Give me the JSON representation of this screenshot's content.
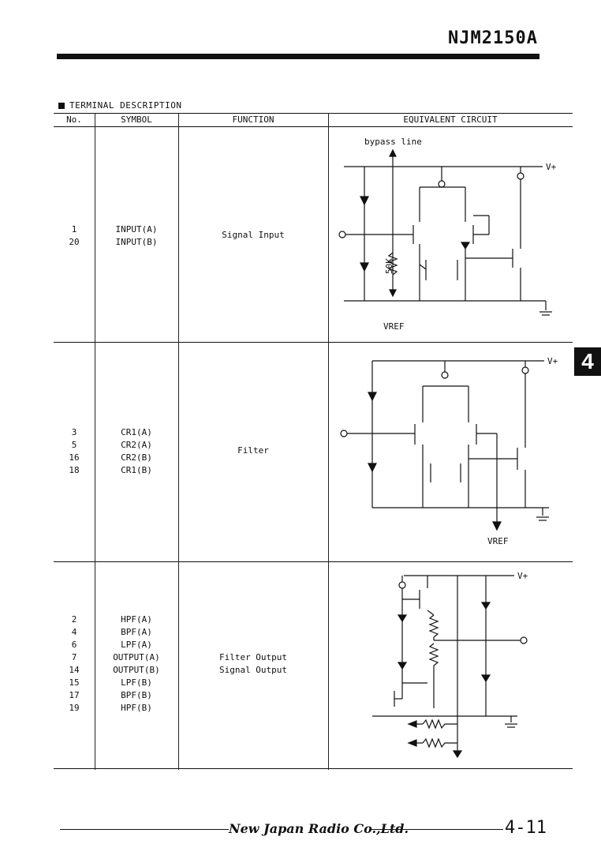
{
  "header": {
    "part_number": "NJM2150A"
  },
  "section": {
    "title": "TERMINAL DESCRIPTION"
  },
  "table": {
    "columns": [
      "No.",
      "SYMBOL",
      "FUNCTION",
      "EQUIVALENT CIRCUIT"
    ],
    "rows": [
      {
        "no": [
          "1",
          "20"
        ],
        "symbol": [
          "INPUT(A)",
          "INPUT(B)"
        ],
        "function": [
          "Signal Input"
        ]
      },
      {
        "no": [
          "3",
          "5",
          "16",
          "18"
        ],
        "symbol": [
          "CR1(A)",
          "CR2(A)",
          "CR2(B)",
          "CR1(B)"
        ],
        "function": [
          "Filter"
        ]
      },
      {
        "no": [
          "2",
          "4",
          "6",
          "7",
          "14",
          "15",
          "17",
          "19"
        ],
        "symbol": [
          "HPF(A)",
          "BPF(A)",
          "LPF(A)",
          "OUTPUT(A)",
          "OUTPUT(B)",
          "LPF(B)",
          "BPF(B)",
          "HPF(B)"
        ],
        "function": [
          "Filter Output",
          "Signal Output"
        ]
      }
    ],
    "circuit_labels": {
      "bypass": "bypass line",
      "vplus": "V+",
      "vref": "VREF",
      "resistor": "50K"
    }
  },
  "side_tab": "4",
  "footer": {
    "company": "New Japan Radio Co.,Ltd.",
    "page": "4-11"
  }
}
